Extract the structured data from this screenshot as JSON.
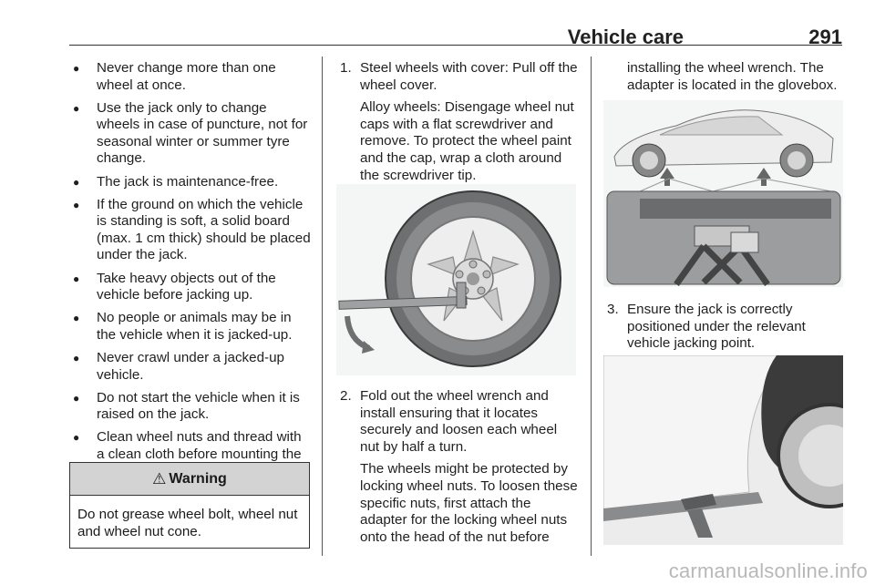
{
  "header": {
    "title": "Vehicle care",
    "page_number": "291"
  },
  "column1": {
    "bullets": [
      "Never change more than one wheel at once.",
      "Use the jack only to change wheels in case of puncture, not for seasonal winter or summer tyre change.",
      "The jack is maintenance-free.",
      "If the ground on which the vehicle is standing is soft, a solid board (max. 1 cm thick) should be placed under the jack.",
      "Take heavy objects out of the vehicle before jacking up.",
      "No people or animals may be in the vehicle when it is jacked-up.",
      "Never crawl under a jacked-up vehicle.",
      "Do not start the vehicle when it is raised on the jack.",
      "Clean wheel nuts and thread with a clean cloth before mounting the wheel."
    ],
    "warning": {
      "icon": "⚠",
      "title": "Warning",
      "text": "Do not grease wheel bolt, wheel nut and wheel nut cone."
    }
  },
  "column2": {
    "step1": {
      "number": "1.",
      "text": "Steel wheels with cover: Pull off the wheel cover.",
      "sub": "Alloy wheels: Disengage wheel nut caps with a flat screwdriver and remove. To protect the wheel paint and the cap, wrap a cloth around the screwdriver tip."
    },
    "step2": {
      "number": "2.",
      "text": "Fold out the wheel wrench and install ensuring that it locates securely and loosen each wheel nut by half a turn.",
      "sub": "The wheels might be protected by locking wheel nuts. To loosen these specific nuts, first attach the adapter for the locking wheel nuts onto the head of the nut before"
    }
  },
  "column3": {
    "continuation": "installing the wheel wrench. The adapter is located in the glovebox.",
    "step3": {
      "number": "3.",
      "text": "Ensure the jack is correctly positioned under the relevant vehicle jacking point."
    }
  },
  "watermark": "carmanualsonline.info",
  "colors": {
    "warning_header_bg": "#d3d3d3",
    "figure_bg": "#f4f5f5",
    "rule": "#333333"
  }
}
